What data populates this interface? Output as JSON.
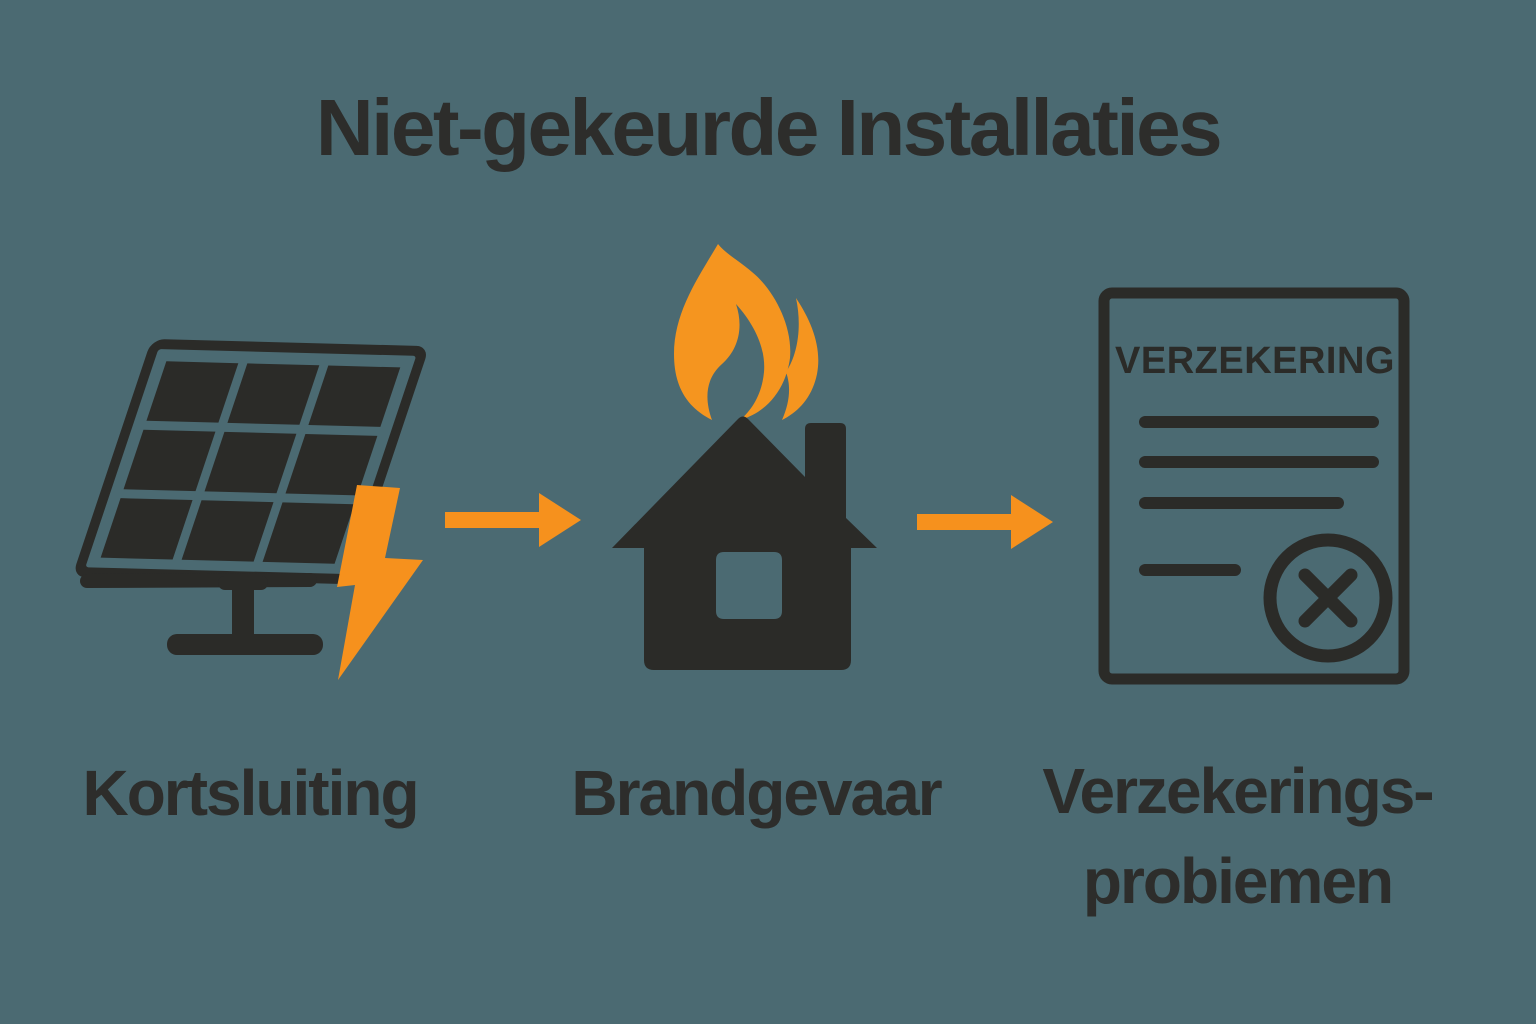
{
  "title": "Niet-gekeurde Installaties",
  "colors": {
    "bg": "#4B6A72",
    "ink": "#2B2B28",
    "text": "#2D2D2B",
    "orange": "#F6911D",
    "flame": "#F5951F"
  },
  "steps": [
    {
      "id": "kortsluiting",
      "icon": "solar-panel-short-circuit",
      "label": "Kortsluiting"
    },
    {
      "id": "brandgevaar",
      "icon": "burning-house",
      "label": "Brandgevaar"
    },
    {
      "id": "verzekeringsproblemen",
      "icon": "rejected-insurance-document",
      "document_heading": "VERZEKERING",
      "label_line1": "Verzekerings-",
      "label_line2": "probiemen"
    }
  ],
  "connectors": [
    {
      "from": "kortsluiting",
      "to": "brandgevaar",
      "type": "arrow-right"
    },
    {
      "from": "brandgevaar",
      "to": "verzekeringsproblemen",
      "type": "arrow-right"
    }
  ]
}
